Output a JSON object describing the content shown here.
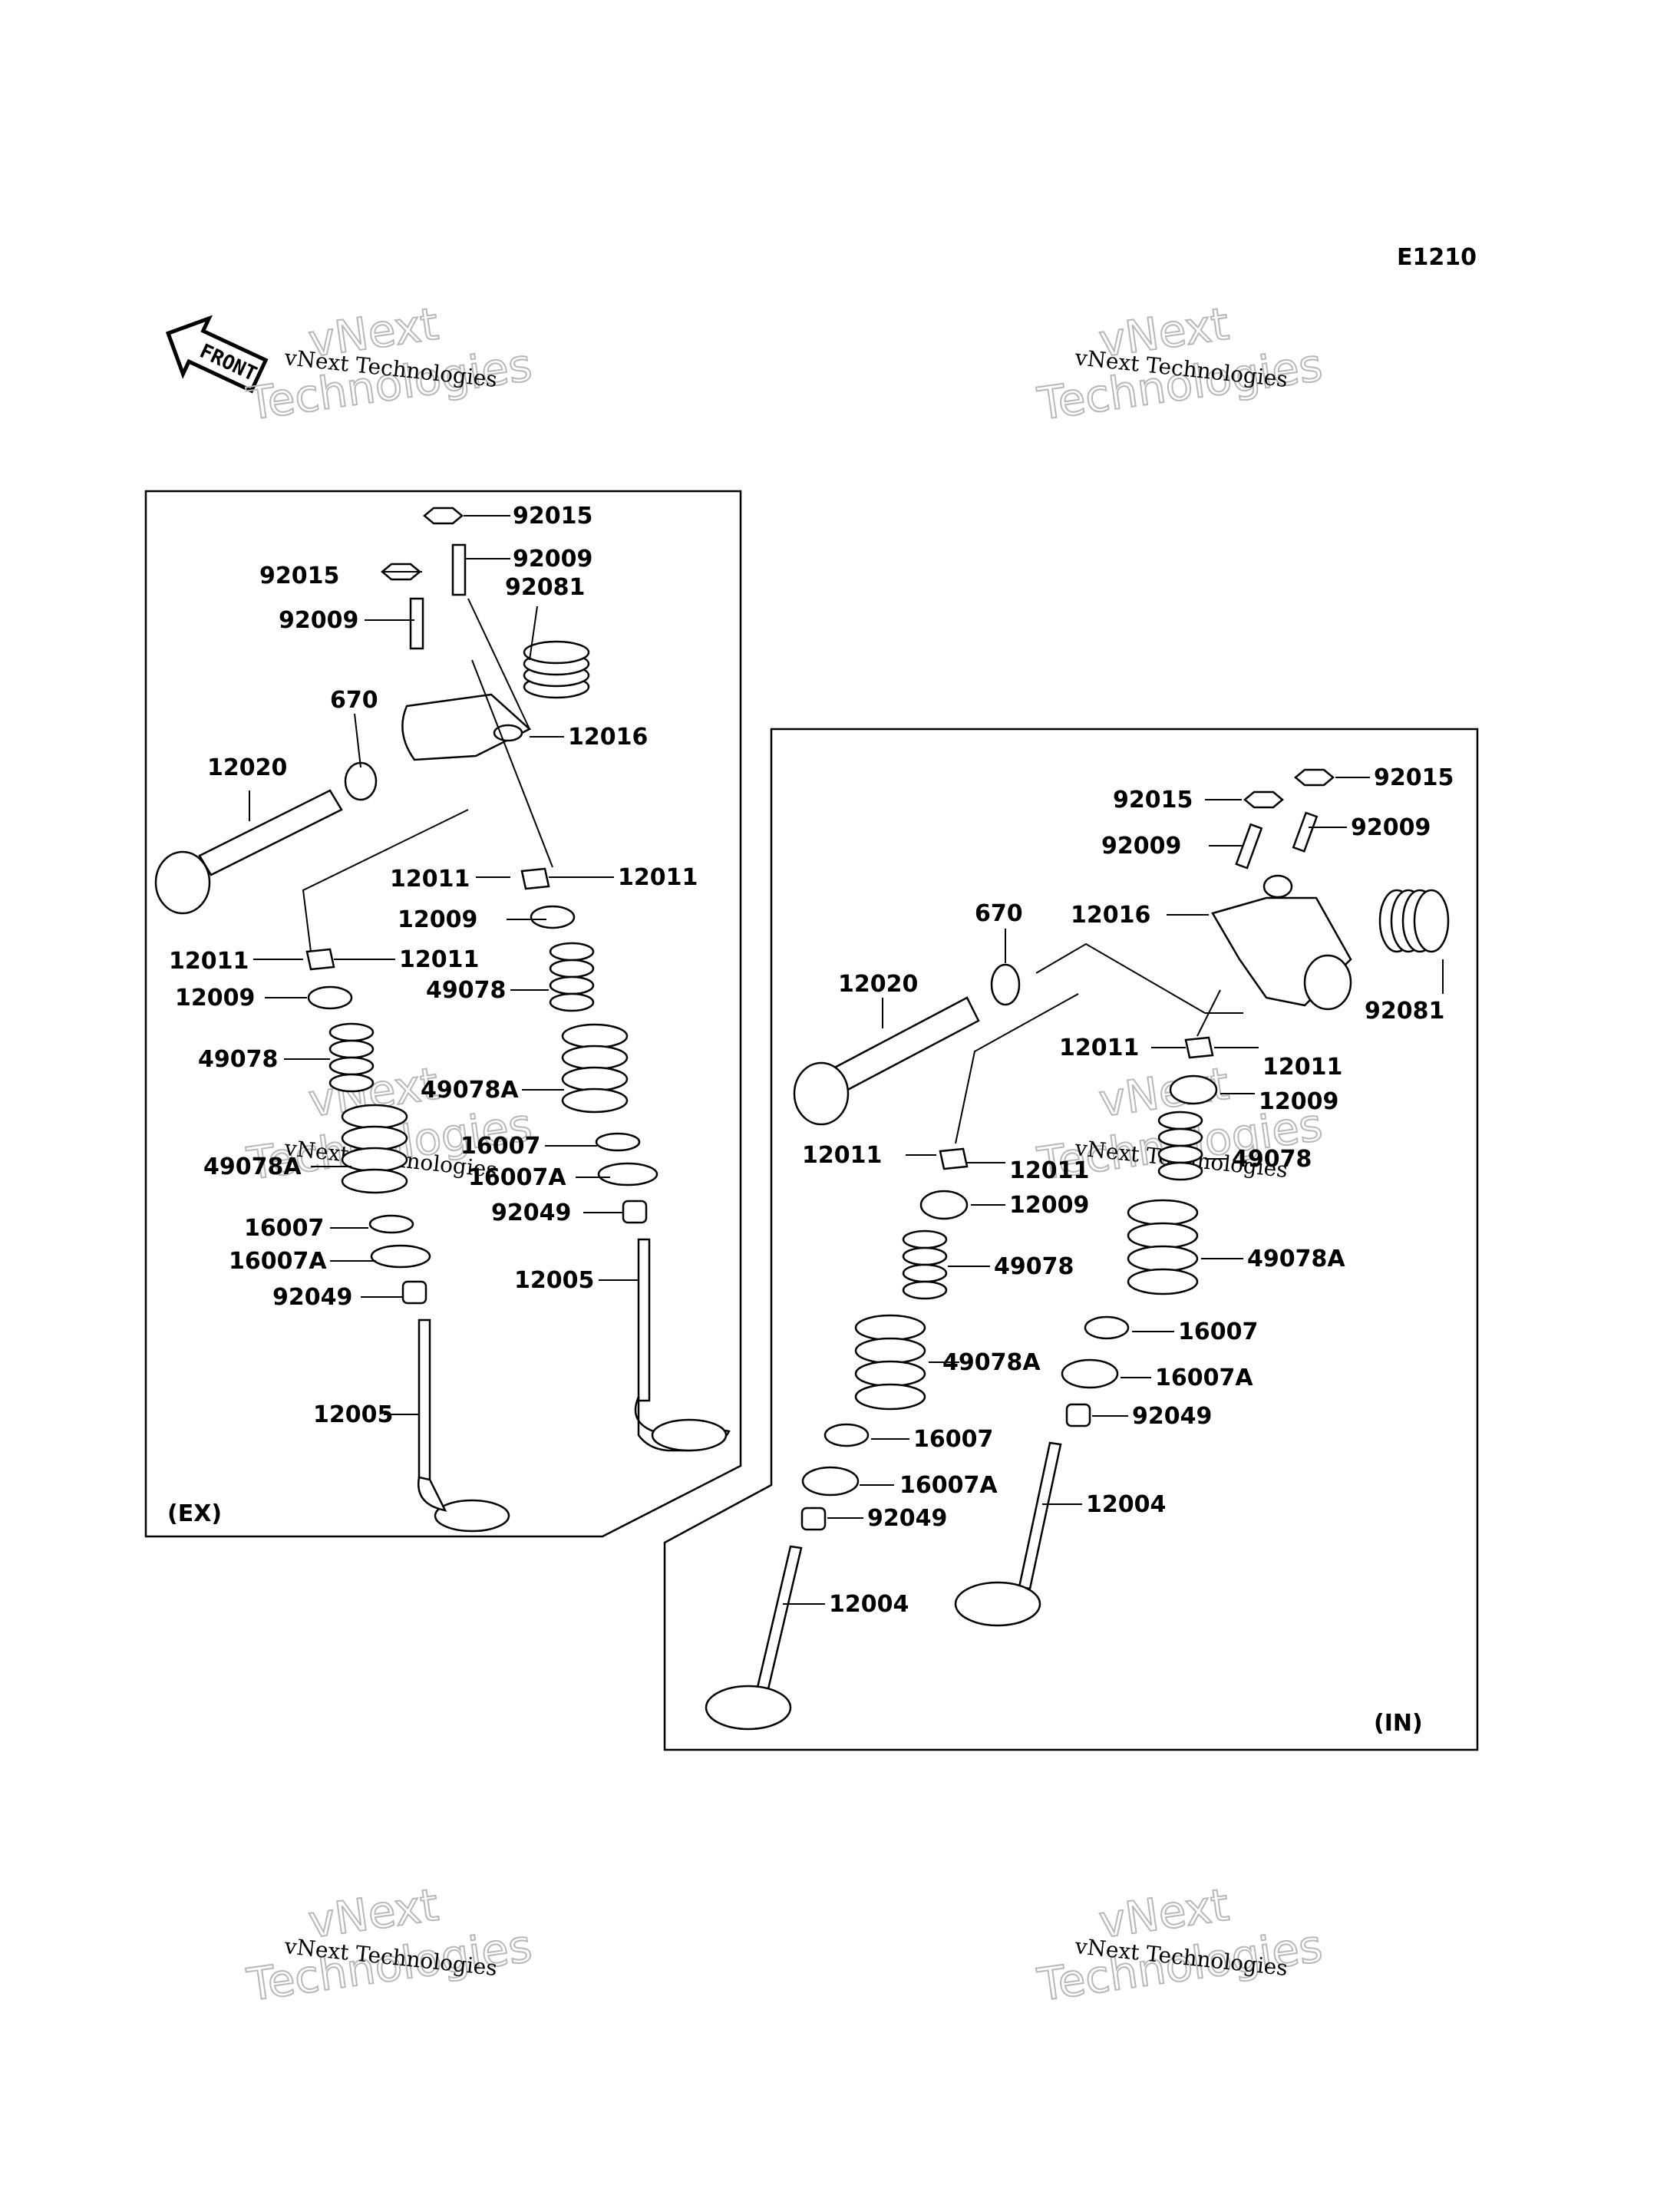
{
  "diagram_code": "E1210",
  "front_label": "FRONT",
  "watermark": {
    "line1": "vNext Technologies",
    "line2": "vNext\nTechnologies"
  },
  "exhaust": {
    "group_label": "(EX)",
    "labels": [
      "92015",
      "92009",
      "92081",
      "92015",
      "92009",
      "670",
      "12016",
      "12020",
      "12011",
      "12011",
      "12009",
      "12011",
      "12011",
      "12009",
      "49078",
      "49078",
      "49078A",
      "16007",
      "49078A",
      "16007A",
      "16007",
      "92049",
      "16007A",
      "12005",
      "92049",
      "12005"
    ]
  },
  "intake": {
    "group_label": "(IN)",
    "labels": [
      "92015",
      "92015",
      "92009",
      "92009",
      "670",
      "12016",
      "92081",
      "12020",
      "12011",
      "12011",
      "12009",
      "12011",
      "12011",
      "12009",
      "49078",
      "49078",
      "49078A",
      "16007",
      "49078A",
      "16007A",
      "16007",
      "92049",
      "16007A",
      "12004",
      "92049",
      "12004"
    ]
  }
}
